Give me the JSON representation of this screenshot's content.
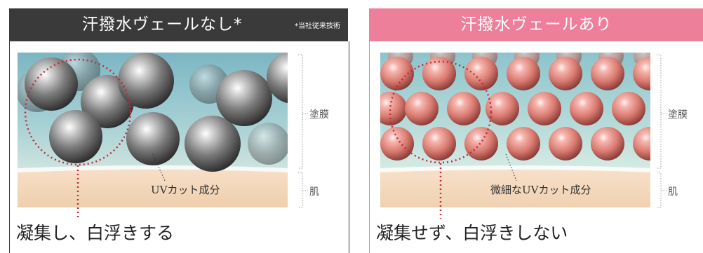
{
  "left": {
    "title": "汗撥水ヴェールなし*",
    "note": "*当社従来技術",
    "particle_label": "UVカット成分",
    "film_label": "塗膜",
    "skin_label": "肌",
    "caption": "凝集し、白浮きする",
    "header_color": "#3a3a3a"
  },
  "right": {
    "title": "汗撥水ヴェールあり",
    "particle_label": "微細なUVカット成分",
    "film_label": "塗膜",
    "skin_label": "肌",
    "caption": "凝集せず、白浮きしない",
    "header_color": "#ee7f9a"
  }
}
